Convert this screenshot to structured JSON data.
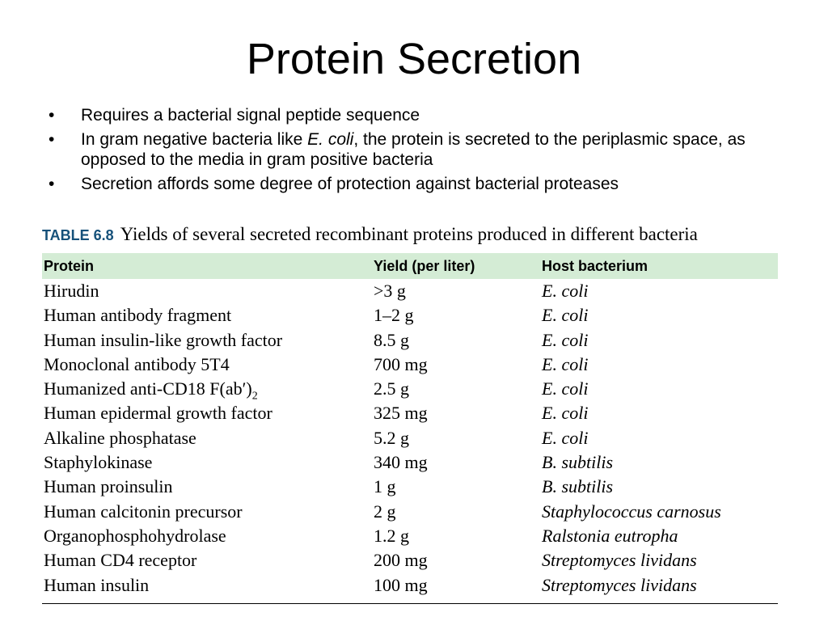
{
  "slide": {
    "title": "Protein Secretion",
    "bullets": [
      {
        "text": "Requires a bacterial signal peptide sequence"
      },
      {
        "pre": "In gram negative bacteria like ",
        "em": "E. coli",
        "post": ", the protein is secreted to the periplasmic space, as opposed to the media in gram positive bacteria"
      },
      {
        "text": "Secretion affords some degree of protection against bacterial proteases"
      }
    ]
  },
  "table": {
    "number": "TABLE 6.8",
    "caption": "Yields of several secreted recombinant proteins produced in different bacteria",
    "headers": [
      "Protein",
      "Yield (per liter)",
      "Host bacterium"
    ],
    "rows": [
      {
        "protein": "Hirudin",
        "yield": ">3 g",
        "host": "E. coli"
      },
      {
        "protein": "Human antibody fragment",
        "yield": "1–2 g",
        "host": "E. coli"
      },
      {
        "protein": "Human insulin-like growth factor",
        "yield": "8.5 g",
        "host": "E. coli"
      },
      {
        "protein": "Monoclonal antibody 5T4",
        "yield": "700 mg",
        "host": "E. coli"
      },
      {
        "protein": "Humanized anti-CD18 F(ab′)",
        "protein_sub": "2",
        "yield": "2.5 g",
        "host": "E. coli"
      },
      {
        "protein": "Human epidermal growth factor",
        "yield": "325 mg",
        "host": "E. coli"
      },
      {
        "protein": "Alkaline phosphatase",
        "yield": "5.2 g",
        "host": "E. coli"
      },
      {
        "protein": "Staphylokinase",
        "yield": "340 mg",
        "host": "B. subtilis"
      },
      {
        "protein": "Human proinsulin",
        "yield": "1 g",
        "host": "B. subtilis"
      },
      {
        "protein": "Human calcitonin precursor",
        "yield": "2 g",
        "host": "Staphylococcus carnosus"
      },
      {
        "protein": "Organophosphohydrolase",
        "yield": "1.2 g",
        "host": "Ralstonia eutropha"
      },
      {
        "protein": "Human CD4 receptor",
        "yield": "200 mg",
        "host": "Streptomyces lividans"
      },
      {
        "protein": "Human insulin",
        "yield": "100 mg",
        "host": "Streptomyces lividans"
      }
    ]
  }
}
